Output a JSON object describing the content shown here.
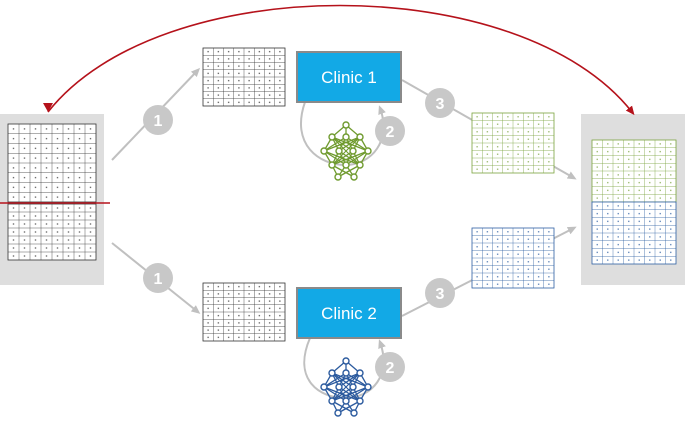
{
  "clinics": [
    {
      "label": "Clinic 1"
    },
    {
      "label": "Clinic 2"
    }
  ],
  "steps": {
    "share": "1",
    "train": "2",
    "return": "3"
  },
  "colors": {
    "red_arc": "#b5121b",
    "clinic_fill": "#12a9e6",
    "clinic_border": "#8a8a8a",
    "step_circle": "#c8c8c8",
    "arrow": "#c0c0c0",
    "panel": "#dedede",
    "grid_black": "#333333",
    "grid_green": "#7aa33e",
    "grid_blue": "#2e5fa3",
    "network_green": "#6f9a2e",
    "network_blue": "#2b5a9e"
  },
  "icons": [
    "data-table",
    "neural-network",
    "cycle-arrow",
    "split-line"
  ]
}
